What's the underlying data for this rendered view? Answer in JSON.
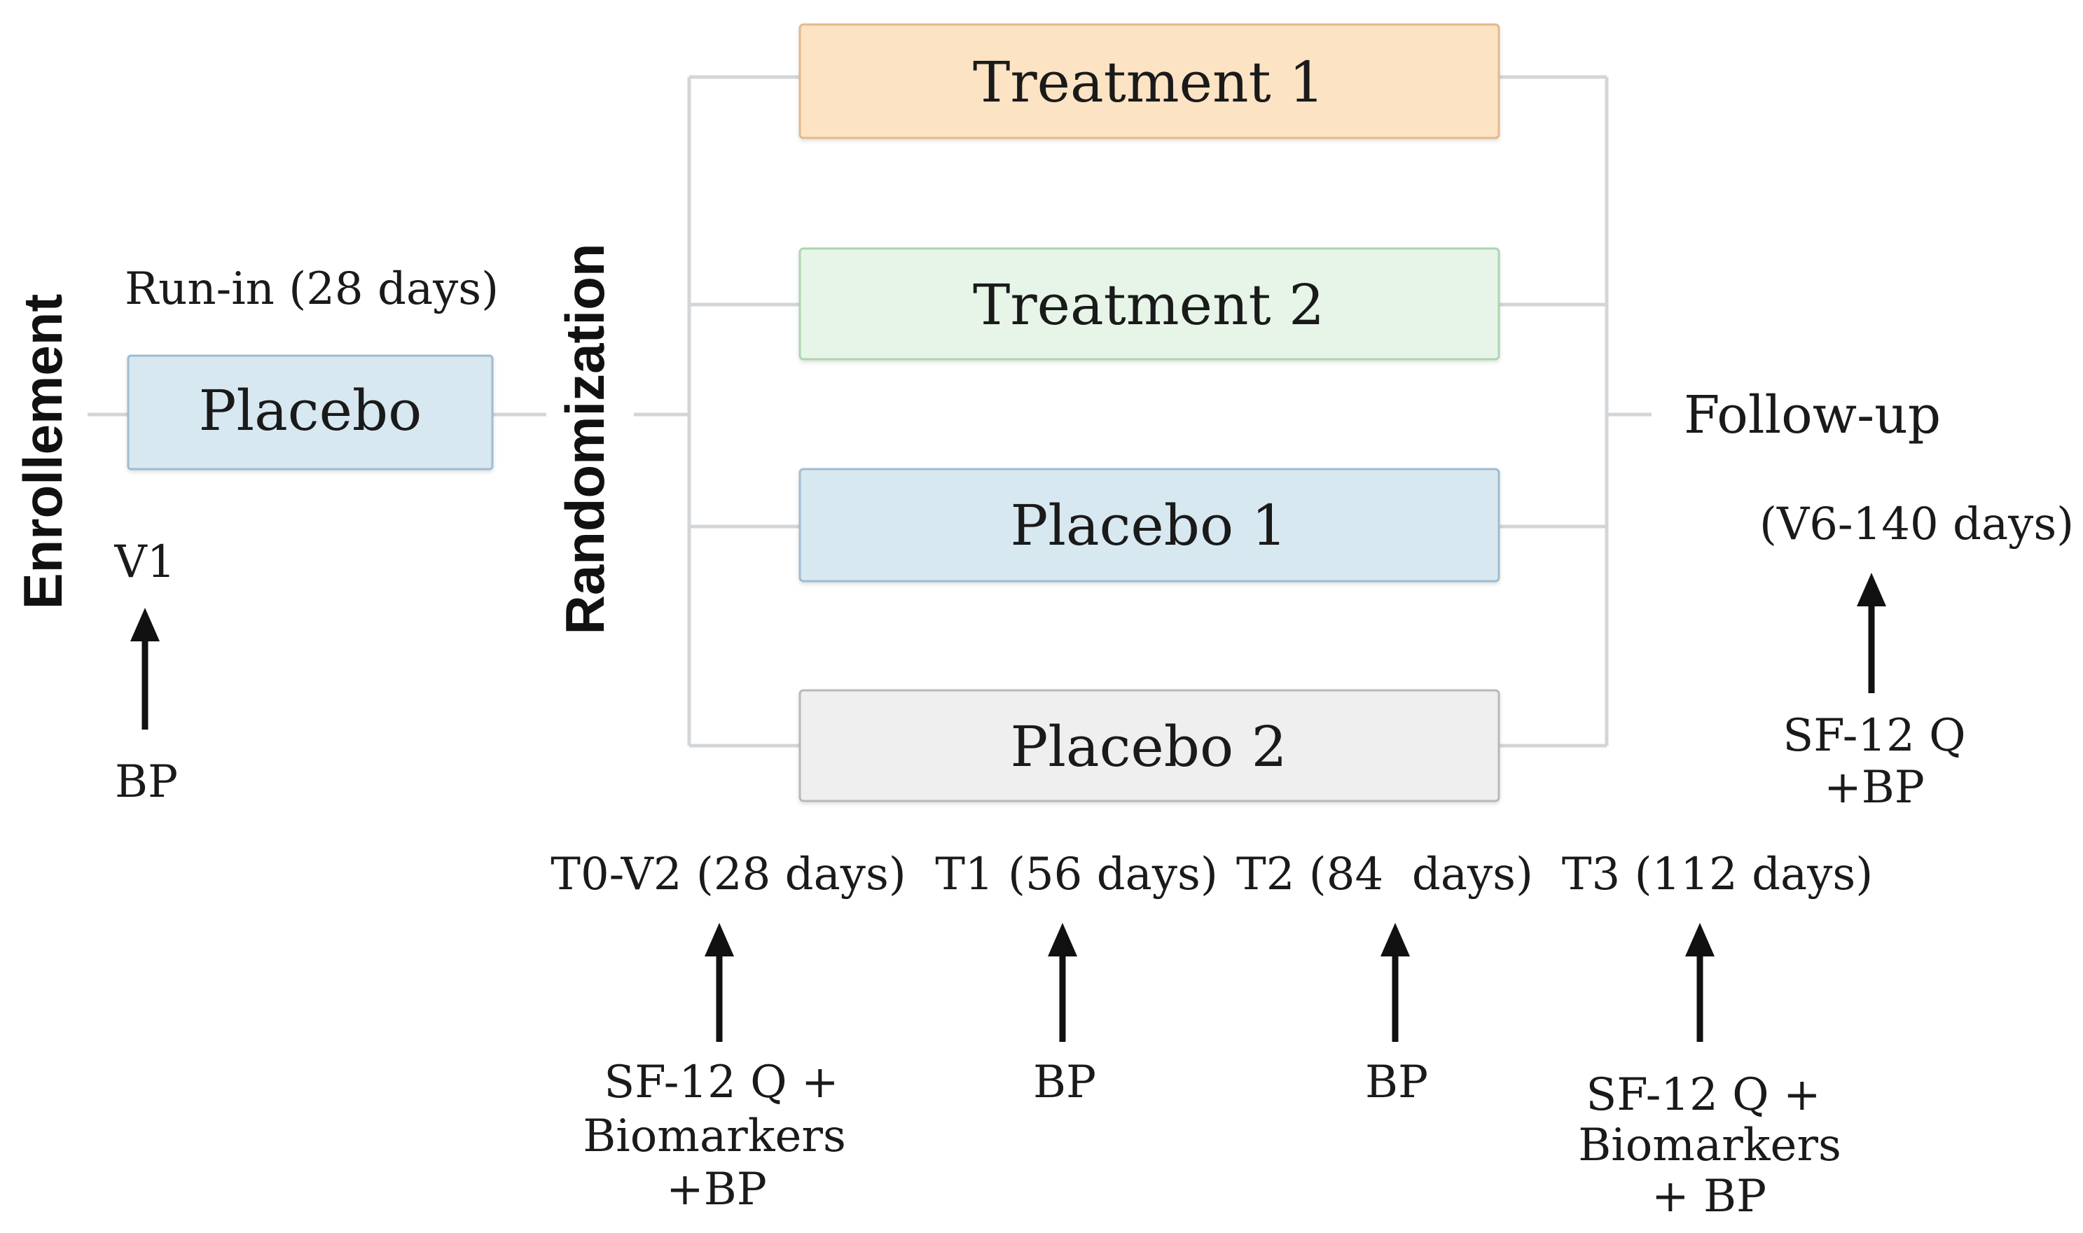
{
  "colors": {
    "treatment1_fill": "#fce3c4",
    "treatment1_stroke": "#e3b98a",
    "treatment2_fill": "#e6f5e8",
    "treatment2_stroke": "#a9d6b0",
    "placebo_fill": "#d8e8f1",
    "placebo_stroke": "#9fbcd0",
    "placebo2_fill": "#efefef",
    "placebo2_stroke": "#b8b8b8",
    "connector": "#d2d6d8",
    "arrow": "#111111"
  },
  "left": {
    "enrollment_label": "Enrollement",
    "runin_label": "Run-in (28 days)",
    "runin_box": "Placebo",
    "v1_label": "V1",
    "v1_measure": "BP"
  },
  "randomization_label": "Randomization",
  "arms": {
    "treatment1": "Treatment 1",
    "treatment2": "Treatment 2",
    "placebo1": "Placebo 1",
    "placebo2": "Placebo 2"
  },
  "followup": {
    "label": "Follow-up",
    "visit": "(V6-140 days)",
    "measure_line1": "SF-12 Q",
    "measure_line2": "+BP"
  },
  "timepoints": [
    {
      "label": "T0-V2 (28 days)",
      "measures": [
        "SF-12 Q +",
        "Biomarkers",
        "+BP"
      ]
    },
    {
      "label": "T1 (56 days)",
      "measures": [
        "BP"
      ]
    },
    {
      "label": "T2 (84  days)",
      "measures": [
        "BP"
      ]
    },
    {
      "label": "T3 (112 days)",
      "measures": [
        "SF-12 Q +",
        "Biomarkers",
        "+ BP"
      ]
    }
  ]
}
